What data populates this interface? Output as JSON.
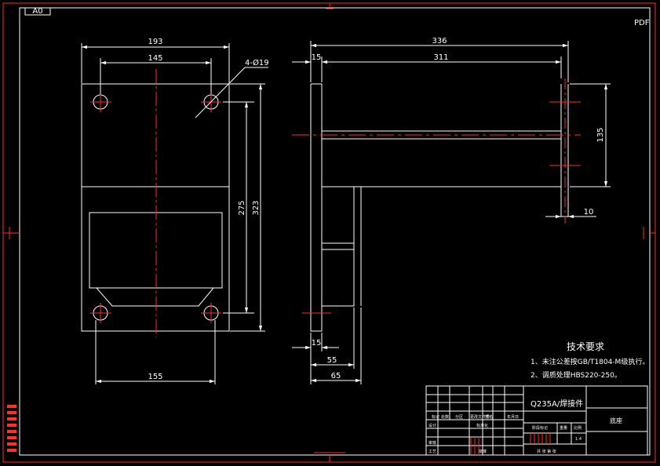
{
  "sheet": {
    "code": "A0",
    "corner_mark": "PDF"
  },
  "front_view": {
    "dims": {
      "width_overall": "193",
      "hole_spacing": "145",
      "holes": "4-Ø19",
      "height_inner": "275",
      "height_overall": "323",
      "bottom_spacing": "155"
    }
  },
  "side_view": {
    "dims": {
      "overall": "336",
      "span": "311",
      "offset": "15",
      "height": "135",
      "thickness": "10",
      "bottom_15": "15",
      "bottom_55": "55",
      "bottom_65": "65"
    }
  },
  "notes": {
    "title": "技术要求",
    "line1": "1、未注公差按GB/T1804-M级执行。",
    "line2": "2、调质处理HBS220-250。"
  },
  "title_block": {
    "material": "Q235A/焊接件",
    "part_name": "底座",
    "scale": "1:4",
    "labels": {
      "mark": "标记",
      "count": "处数",
      "zone": "分区",
      "change_doc": "更改文件号",
      "sign": "签名",
      "date": "年月日",
      "design": "设计",
      "standard": "标准化",
      "review": "审核",
      "process": "工艺",
      "approve": "批准",
      "stage": "阶段标记",
      "weight": "重量",
      "ratio": "比例",
      "sheets": "共 张 第 张"
    }
  }
}
